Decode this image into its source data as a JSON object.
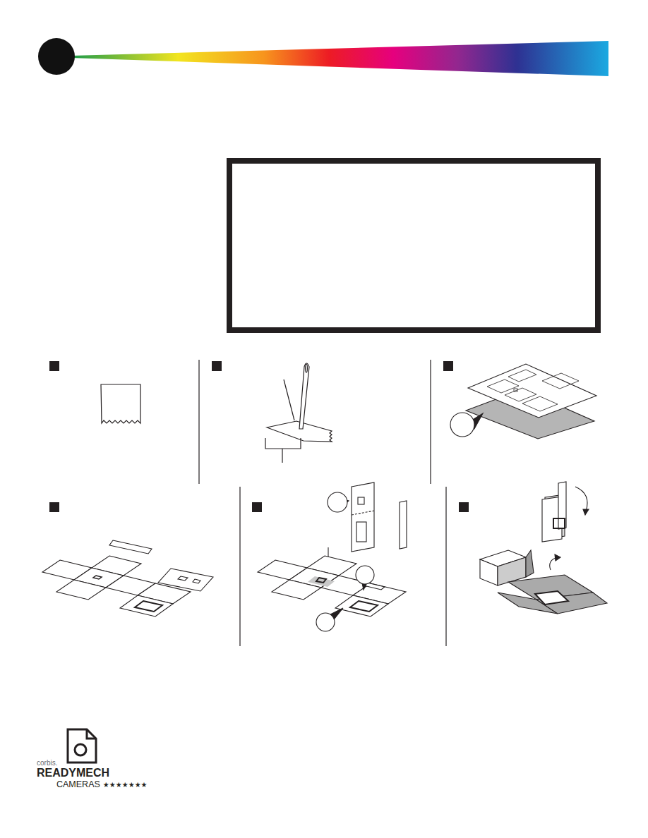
{
  "diagram": {
    "labels": [
      "corbis.",
      "READYMECH",
      "CAMERAS",
      "★★★★★★★"
    ]
  }
}
